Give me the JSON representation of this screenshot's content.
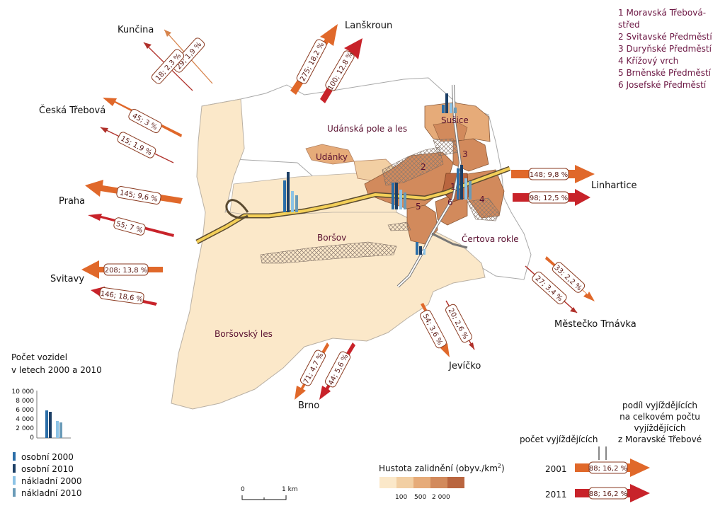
{
  "colors": {
    "density_classes": [
      "#fbe8c9",
      "#f2cfa3",
      "#e6ab79",
      "#d28a5c",
      "#b9653f"
    ],
    "flow_2001": "#e0682a",
    "flow_2011": "#c8232a",
    "car_2000": "#2b6ea8",
    "car_2010": "#1c3f66",
    "truck_2000": "#8cc3e6",
    "truck_2010": "#6a9bb8"
  },
  "districts": [
    "1 Moravská Třebová-střed",
    "2 Svitavské Předměstí",
    "3 Duryňské Předměstí",
    "4 Křížový vrch",
    "5 Brněnské Předměstí",
    "6 Josefské Předměstí"
  ],
  "area_labels": {
    "udanska": "Udánská pole a les",
    "udanky": "Udánky",
    "susice": "Sušice",
    "borsov": "Boršov",
    "certova": "Čertova rokle",
    "borsovsky": "Boršovský les"
  },
  "district_numbers": [
    "1",
    "2",
    "3",
    "4",
    "5",
    "6"
  ],
  "places": {
    "kuncina": "Kunčina",
    "lanskroun": "Lanškroun",
    "ceska": "Česká Třebová",
    "praha": "Praha",
    "svitavy": "Svitavy",
    "linhartice": "Linhartice",
    "mestecko": "Městečko Trnávka",
    "jevicko": "Jevíčko",
    "brno": "Brno"
  },
  "flows": {
    "kuncina_2001": "29; 1,9 %",
    "kuncina_2011": "18; 2,3 %",
    "lanskroun_2001": "275; 18,2 %",
    "lanskroun_2011": "100; 12,8 %",
    "ceska_2001": "45; 3 %",
    "ceska_2011": "15; 1,9 %",
    "praha_2001": "145; 9,6 %",
    "praha_2011": "55; 7 %",
    "svitavy_2001": "208; 13,8 %",
    "svitavy_2011": "146; 18,6 %",
    "linhartice_2001": "148; 9,8 %",
    "linhartice_2011": "98; 12,5 %",
    "mestecko_2001": "33; 2,2 %",
    "mestecko_2011": "27; 3,4 %",
    "jevicko_2001": "54; 3,6 %",
    "jevicko_2011": "20; 2,6 %",
    "brno_2001": "71; 4,7 %",
    "brno_2011": "44; 5,6 %"
  },
  "vehicles": {
    "title_line1": "Počet vozidel",
    "title_line2": "v letech 2000 a 2010",
    "axis_ticks": [
      "10 000",
      "8 000",
      "6 000",
      "4 000",
      "2 000",
      "0"
    ],
    "series": [
      "osobní 2000",
      "osobní 2010",
      "nákladní 2000",
      "nákladní 2010"
    ]
  },
  "density": {
    "title": "Hustota zalidnění (obyv./km",
    "title_sup": "2",
    "title_end": ")",
    "ticks": [
      "100",
      "500",
      "2 000"
    ]
  },
  "scale": {
    "zero": "0",
    "one": "1 km"
  },
  "flow_legend": {
    "share_line1": "podíl vyjíždějících",
    "share_line2": "na celkovém počtu",
    "share_line3": "vyjíždějících",
    "share_line4": "z Moravské Třebové",
    "count_label": "počet vyjíždějících",
    "year_2001": "2001",
    "year_2011": "2011",
    "sample_2001": "88; 16,2 %",
    "sample_2011": "88; 16,2 %"
  }
}
